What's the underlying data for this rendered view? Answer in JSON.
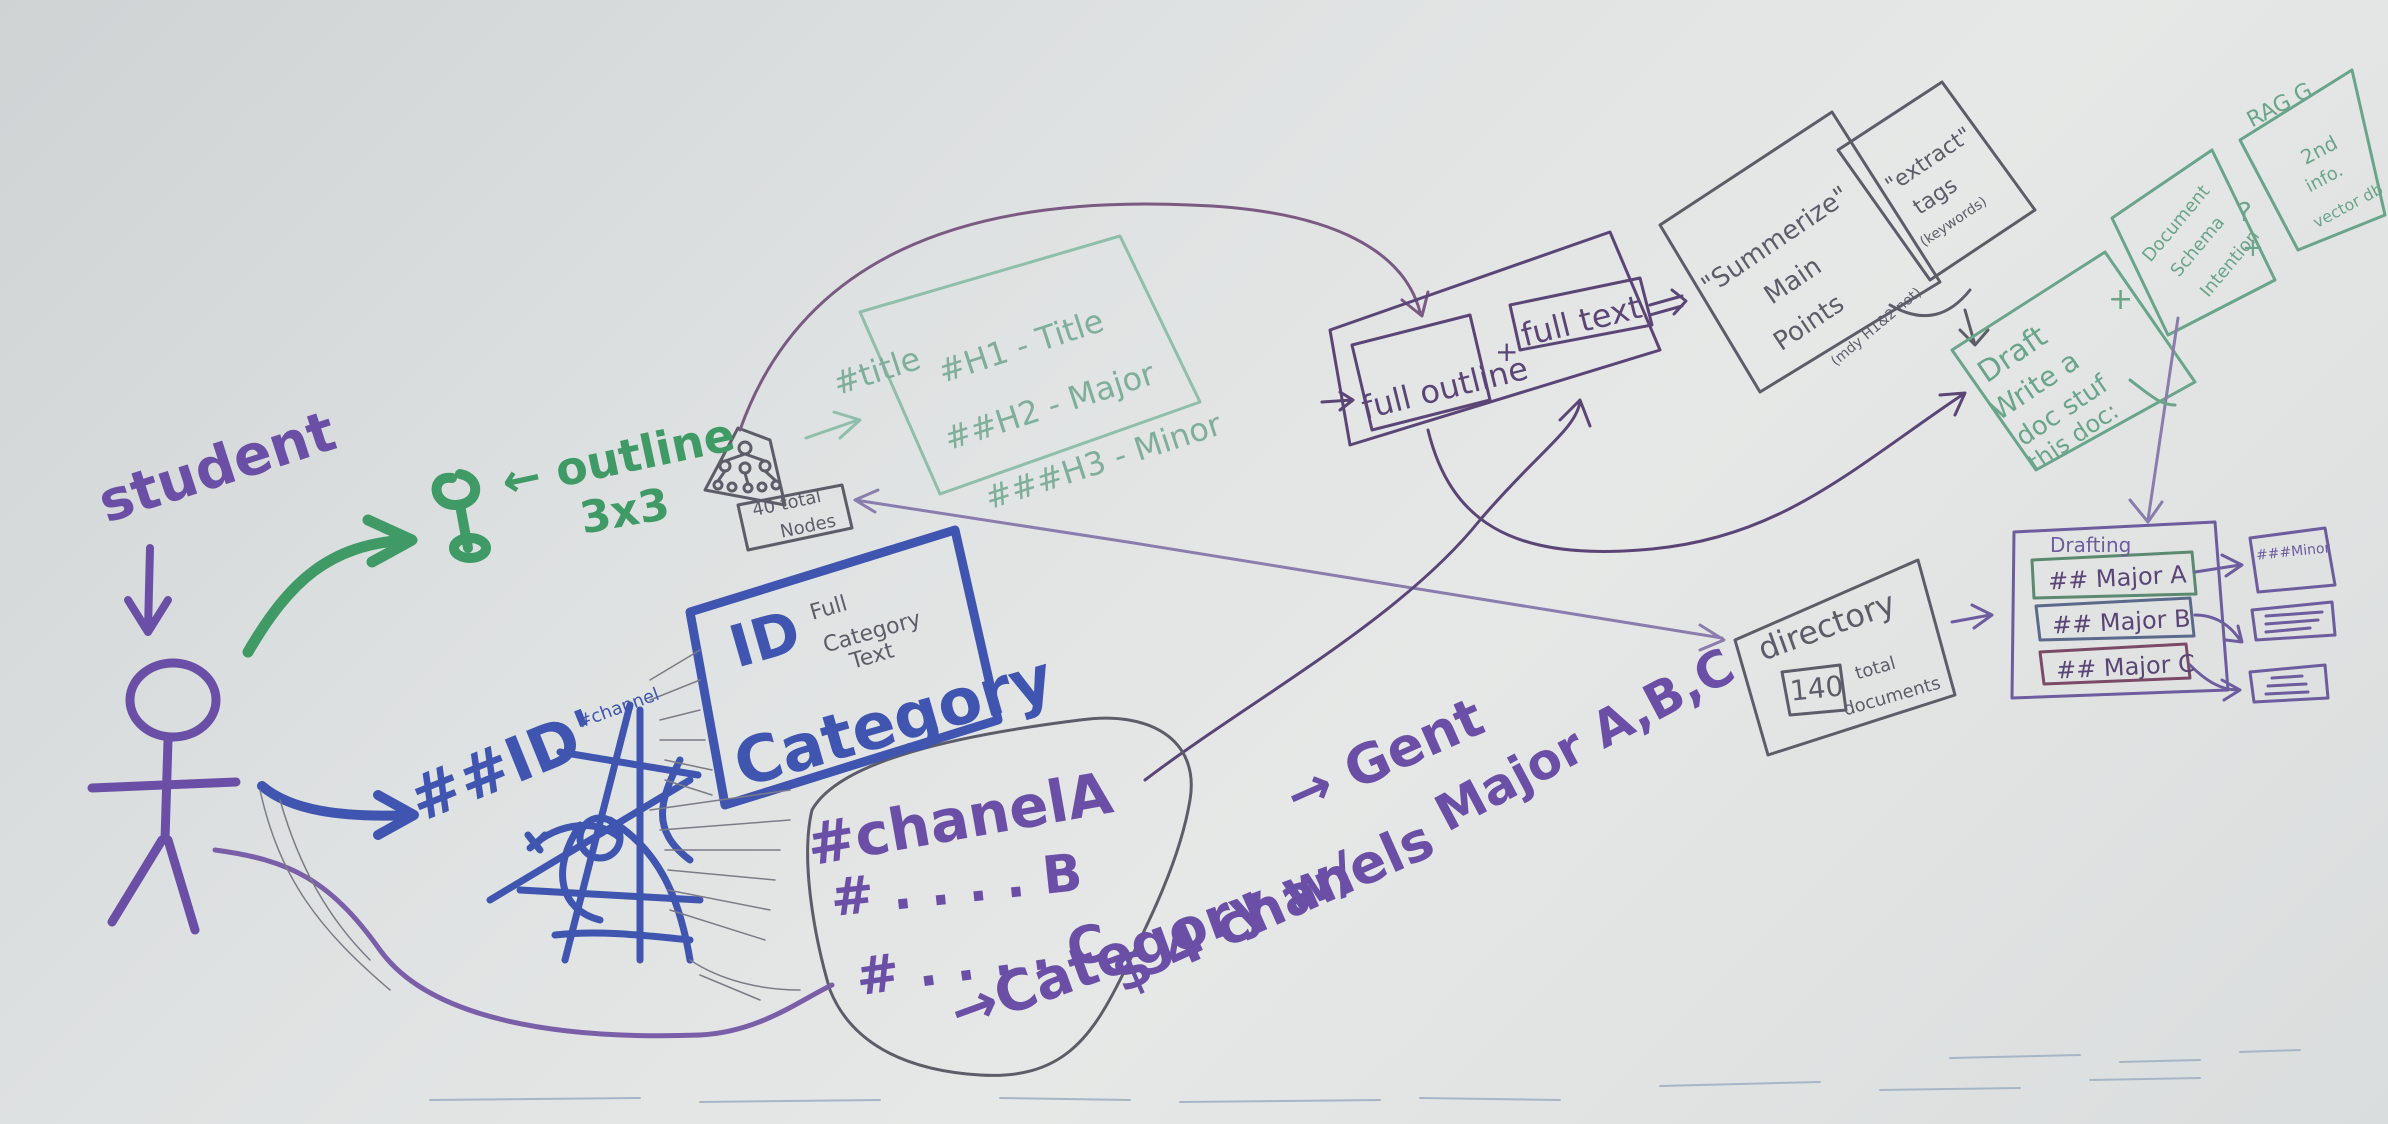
{
  "colors": {
    "paper": "#dfe2e2",
    "purple": "#6b4fa6",
    "green": "#3f9a66",
    "blue": "#3f55b0",
    "light_green": "#6aa58a",
    "dark_purple": "#5b4576",
    "gray": "#5d5d6a"
  },
  "student": {
    "label": "student"
  },
  "outline_node": {
    "label": "← outline",
    "size": "3x3"
  },
  "outline_doc": {
    "title_line": "#title",
    "h1_line": "#H1 - Title",
    "h2_line": "##H2 - Major",
    "h3_line": "###H3 - Minor"
  },
  "nodes_box": {
    "label_top": "40 total",
    "label_bottom": "Nodes"
  },
  "category": {
    "id": "ID",
    "name": "Category",
    "note": [
      "Full",
      "Category",
      "Text"
    ]
  },
  "id_tag": {
    "label": "##ID'",
    "small_tag": "#channel"
  },
  "channels": {
    "line_a": "#chanelA",
    "line_b": "# . . . . B",
    "line_c": "# . . . . C",
    "category_with": "→Category w/",
    "count": "$ 4 chanels",
    "gen_arrow": "→ Gent",
    "gen_target": "Major A,B,C"
  },
  "full_box": {
    "outline": "full outline",
    "plus": "+",
    "text": "full text"
  },
  "summarize": {
    "lines": [
      "\"Summerize\"",
      "Main",
      "Points"
    ],
    "note": "(mdy H1&2 not)"
  },
  "extract": {
    "lines": [
      "\"extract\"",
      "tags"
    ],
    "note": "(keywords)"
  },
  "draft_doc": {
    "lines": [
      "Draft",
      "Write a",
      "doc stuf",
      "this doc:"
    ],
    "plus": "+"
  },
  "doc_schema": {
    "lines": [
      "Document",
      "Schema",
      "Intention"
    ]
  },
  "rag": {
    "lines": [
      "RAG G",
      "2nd",
      "info.",
      "vector db"
    ],
    "qmark": "?",
    "plus": "+"
  },
  "directory": {
    "label": "directory",
    "count": "140",
    "lines": [
      "total",
      "documents"
    ]
  },
  "drafting": {
    "title": "Drafting",
    "sections": [
      "## Major A",
      "## Major B",
      "## Major C"
    ],
    "output_label": "###Minor"
  }
}
